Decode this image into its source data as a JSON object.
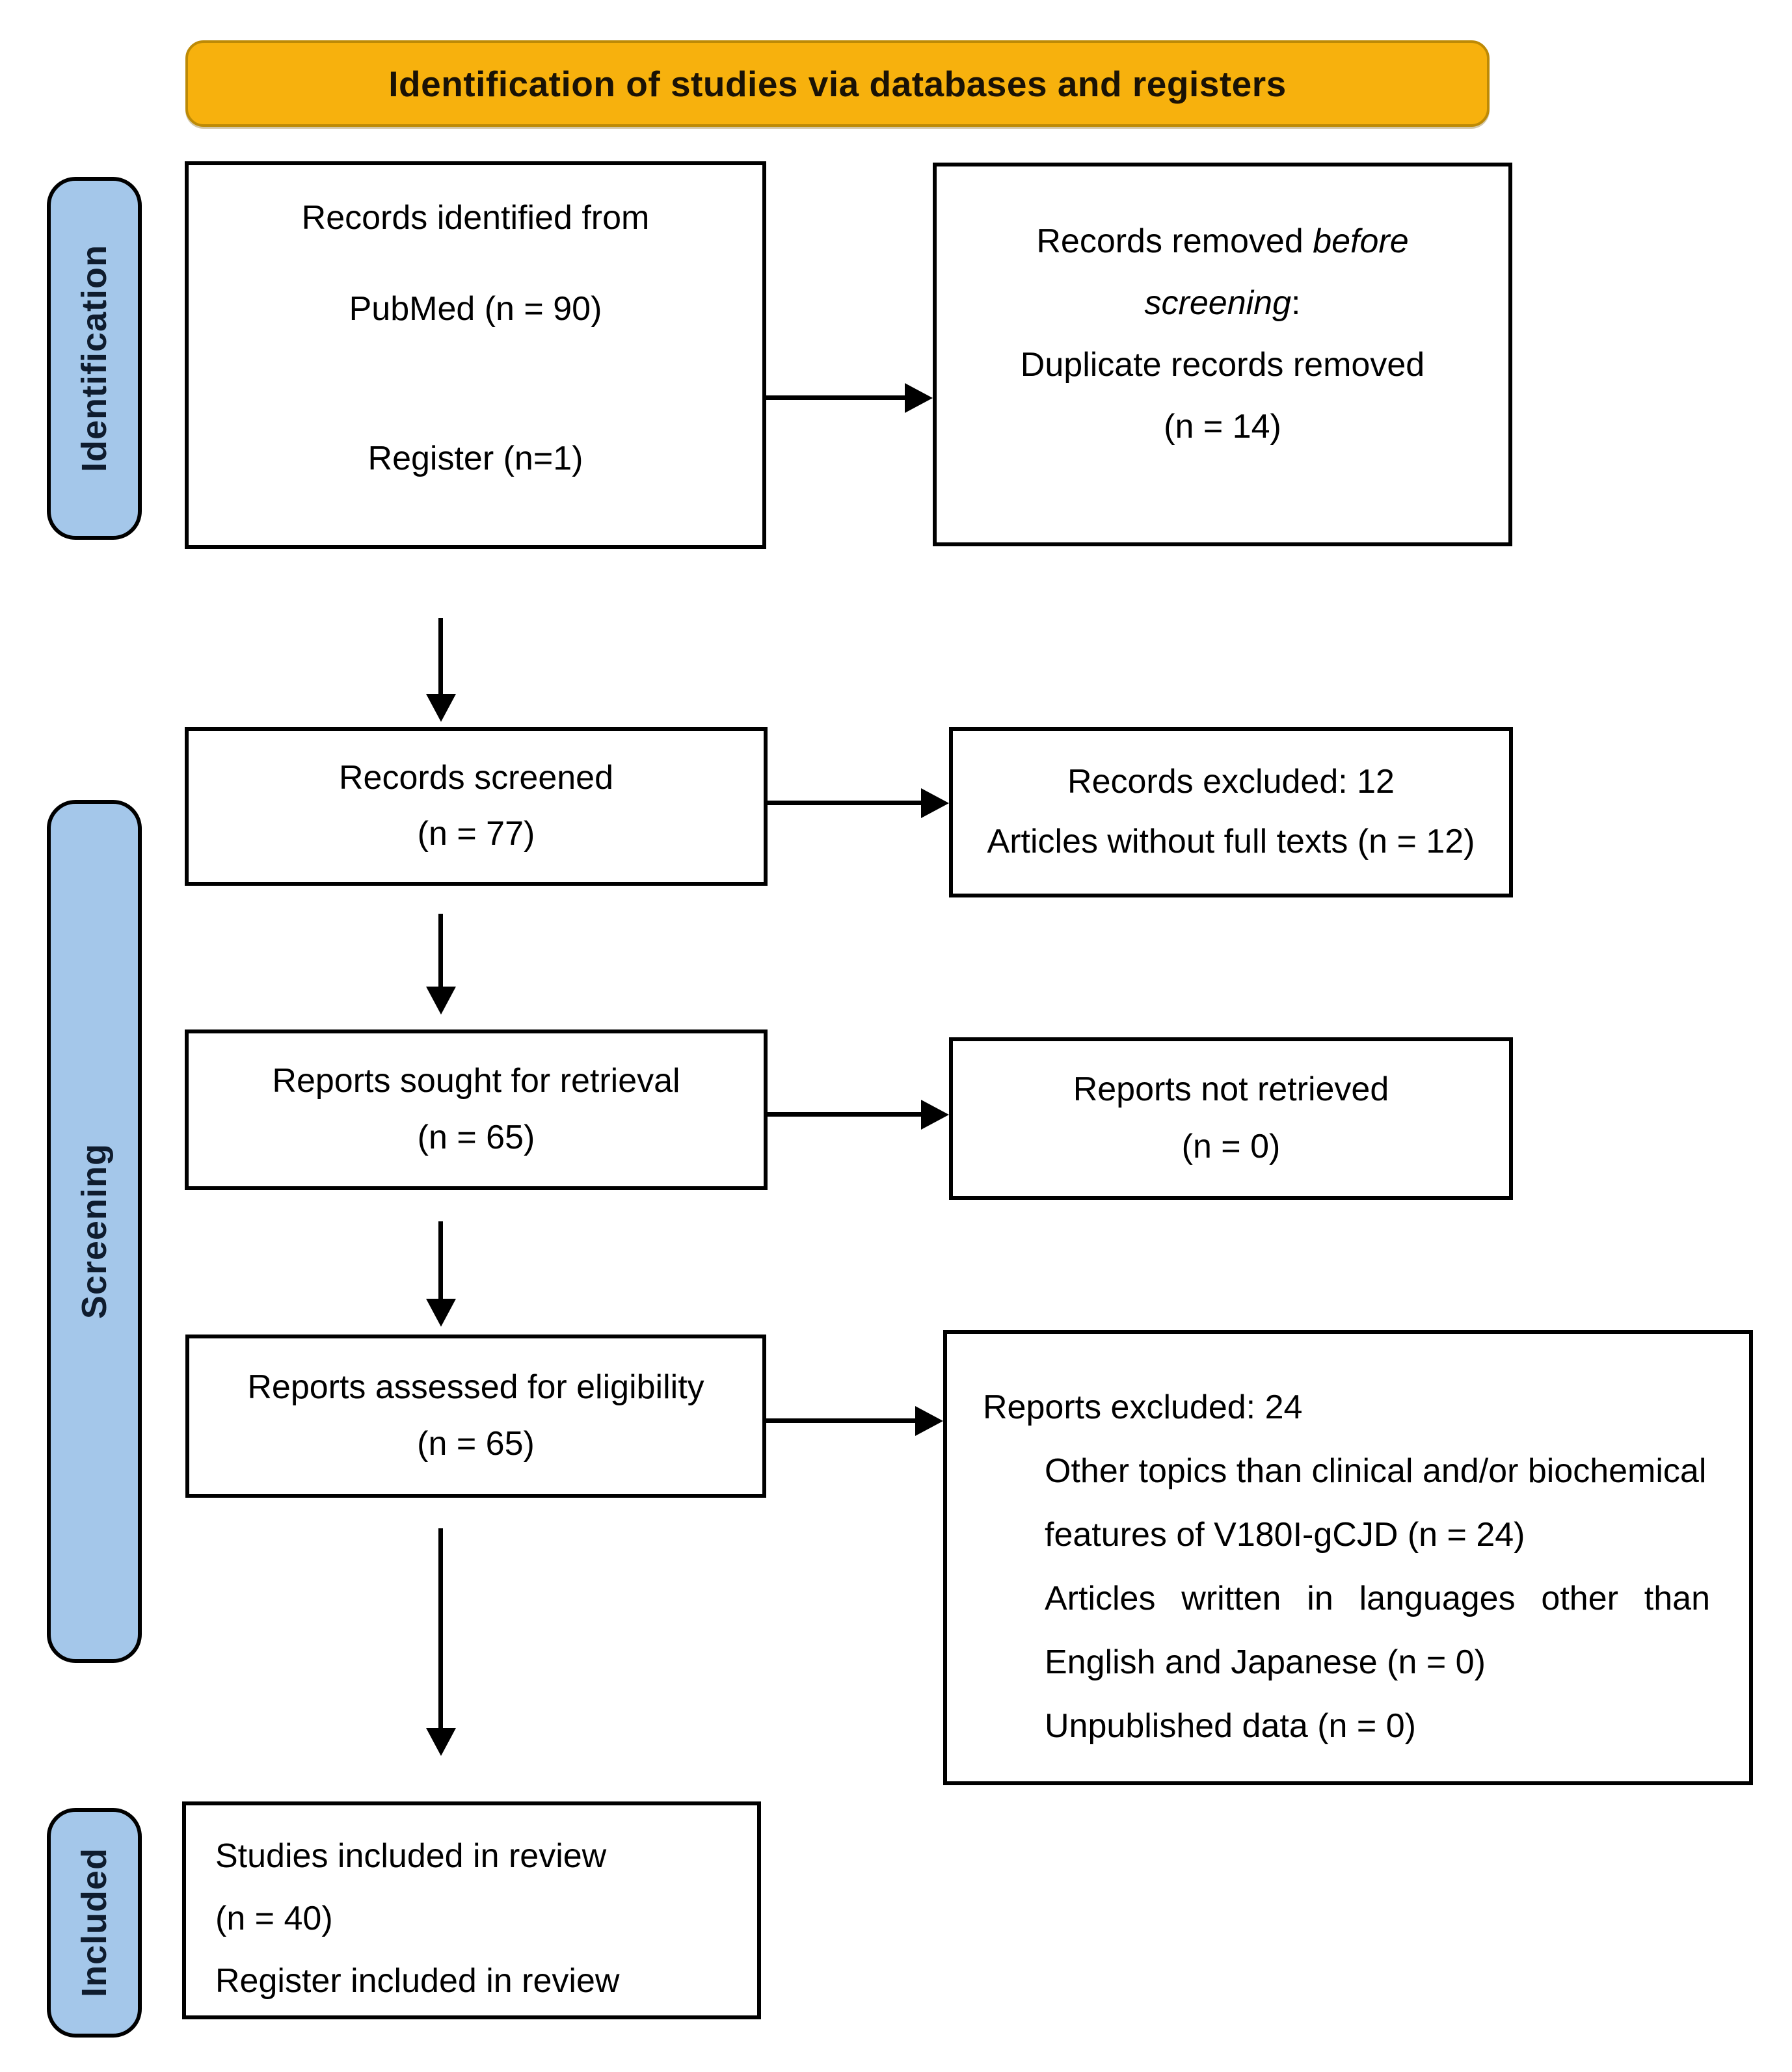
{
  "banner": {
    "title": "Identification of studies via databases and registers"
  },
  "sidebar": {
    "identification": "Identification",
    "screening": "Screening",
    "included": "Included"
  },
  "boxes": {
    "records_identified": {
      "line1": "Records identified from",
      "line2": "PubMed (n = 90)",
      "line3": "Register (n=1)"
    },
    "records_removed": {
      "line1_normal": "Records removed ",
      "line1_italic": "before",
      "line2_italic": "screening",
      "line2_suffix": ":",
      "line3": "Duplicate records removed",
      "line4": "(n = 14)"
    },
    "records_screened": {
      "line1": "Records screened",
      "line2": "(n = 77)"
    },
    "records_excluded": {
      "line1": "Records excluded: 12",
      "line2": "Articles without full texts (n = 12)"
    },
    "reports_sought": {
      "line1": "Reports sought for retrieval",
      "line2": "(n = 65)"
    },
    "reports_not_retrieved": {
      "line1": "Reports not retrieved",
      "line2": "(n = 0)"
    },
    "reports_assessed": {
      "line1": "Reports assessed for eligibility",
      "line2": "(n = 65)"
    },
    "reports_excluded": {
      "line1": "Reports excluded: 24",
      "line2": "Other topics than clinical and/or biochemical",
      "line3": "features of V180I-gCJD (n = 24)",
      "line4": "Articles written in languages other than",
      "line5": "English and Japanese (n = 0)",
      "line6": "Unpublished data (n = 0)"
    },
    "studies_included": {
      "line1": "Studies included in review",
      "line2": "(n = 40)",
      "line3": "Register included in review"
    }
  },
  "colors": {
    "banner_fill": "#F7B10D",
    "banner_border": "#BD8A06",
    "banner_text": "#1a1205",
    "stage_fill": "#A4C7EA",
    "stage_border": "#000000",
    "stage_text": "#0f1c2e",
    "box_fill": "#ffffff",
    "box_border": "#000000",
    "arrow": "#000000",
    "text": "#000000"
  }
}
